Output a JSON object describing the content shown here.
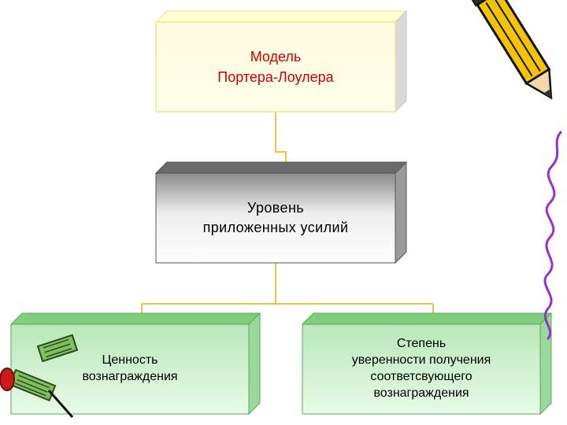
{
  "diagram": {
    "top_box": {
      "lines": [
        "Модель",
        "Портера-Лоулера"
      ],
      "fill": "#ffffdd",
      "edge": "#e9e79a",
      "text_color": "#cc0000"
    },
    "middle_box": {
      "lines": [
        "Уровень",
        "приложенных усилий"
      ],
      "fill": "#e6e6e6",
      "edge": "#555555",
      "text_color": "#000000"
    },
    "left_box": {
      "lines": [
        "Ценность",
        "вознаграждения"
      ],
      "fill": "#cdf0cd",
      "edge": "#66bb66",
      "text_color": "#000000"
    },
    "right_box": {
      "lines": [
        "Степень",
        "уверенности получения",
        "соответсвующего",
        "вознаграждения"
      ],
      "fill": "#cdf0cd",
      "edge": "#66bb66",
      "text_color": "#000000"
    },
    "connector_color": "#f0c040",
    "decorations": [
      "pencil-icon",
      "squiggle-line",
      "rolled-paper-icon"
    ]
  }
}
